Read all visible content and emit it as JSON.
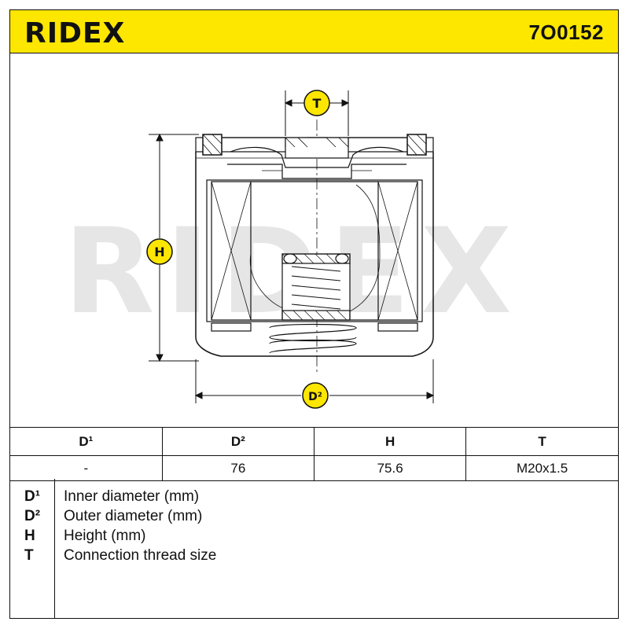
{
  "header": {
    "brand": "RIDEX",
    "part_number": "7O0152"
  },
  "watermark": "RIDEX",
  "drawing": {
    "dim_labels": {
      "T": "T",
      "H": "H",
      "D2": "D²"
    }
  },
  "colors": {
    "brand_yellow": "#fde600",
    "line": "#111111",
    "watermark": "#e6e6e6"
  },
  "spec_table": {
    "headers": [
      "D¹",
      "D²",
      "H",
      "T"
    ],
    "values": [
      "-",
      "76",
      "75.6",
      "M20x1.5"
    ]
  },
  "legend": [
    {
      "symbol": "D¹",
      "description": "Inner diameter (mm)"
    },
    {
      "symbol": "D²",
      "description": "Outer diameter (mm)"
    },
    {
      "symbol": "H",
      "description": "Height (mm)"
    },
    {
      "symbol": "T",
      "description": "Connection thread size"
    }
  ]
}
